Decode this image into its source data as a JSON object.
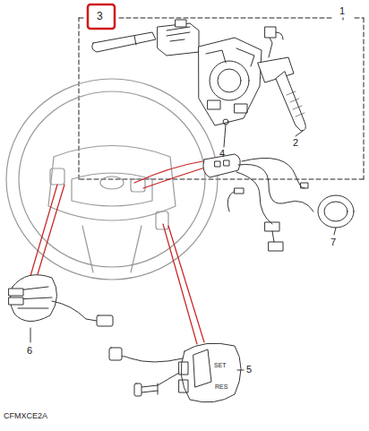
{
  "diagram": {
    "labels": [
      "3",
      "1",
      "4",
      "2",
      "7",
      "6",
      "5",
      "SET",
      "RES",
      "CFMXCE2A"
    ]
  }
}
